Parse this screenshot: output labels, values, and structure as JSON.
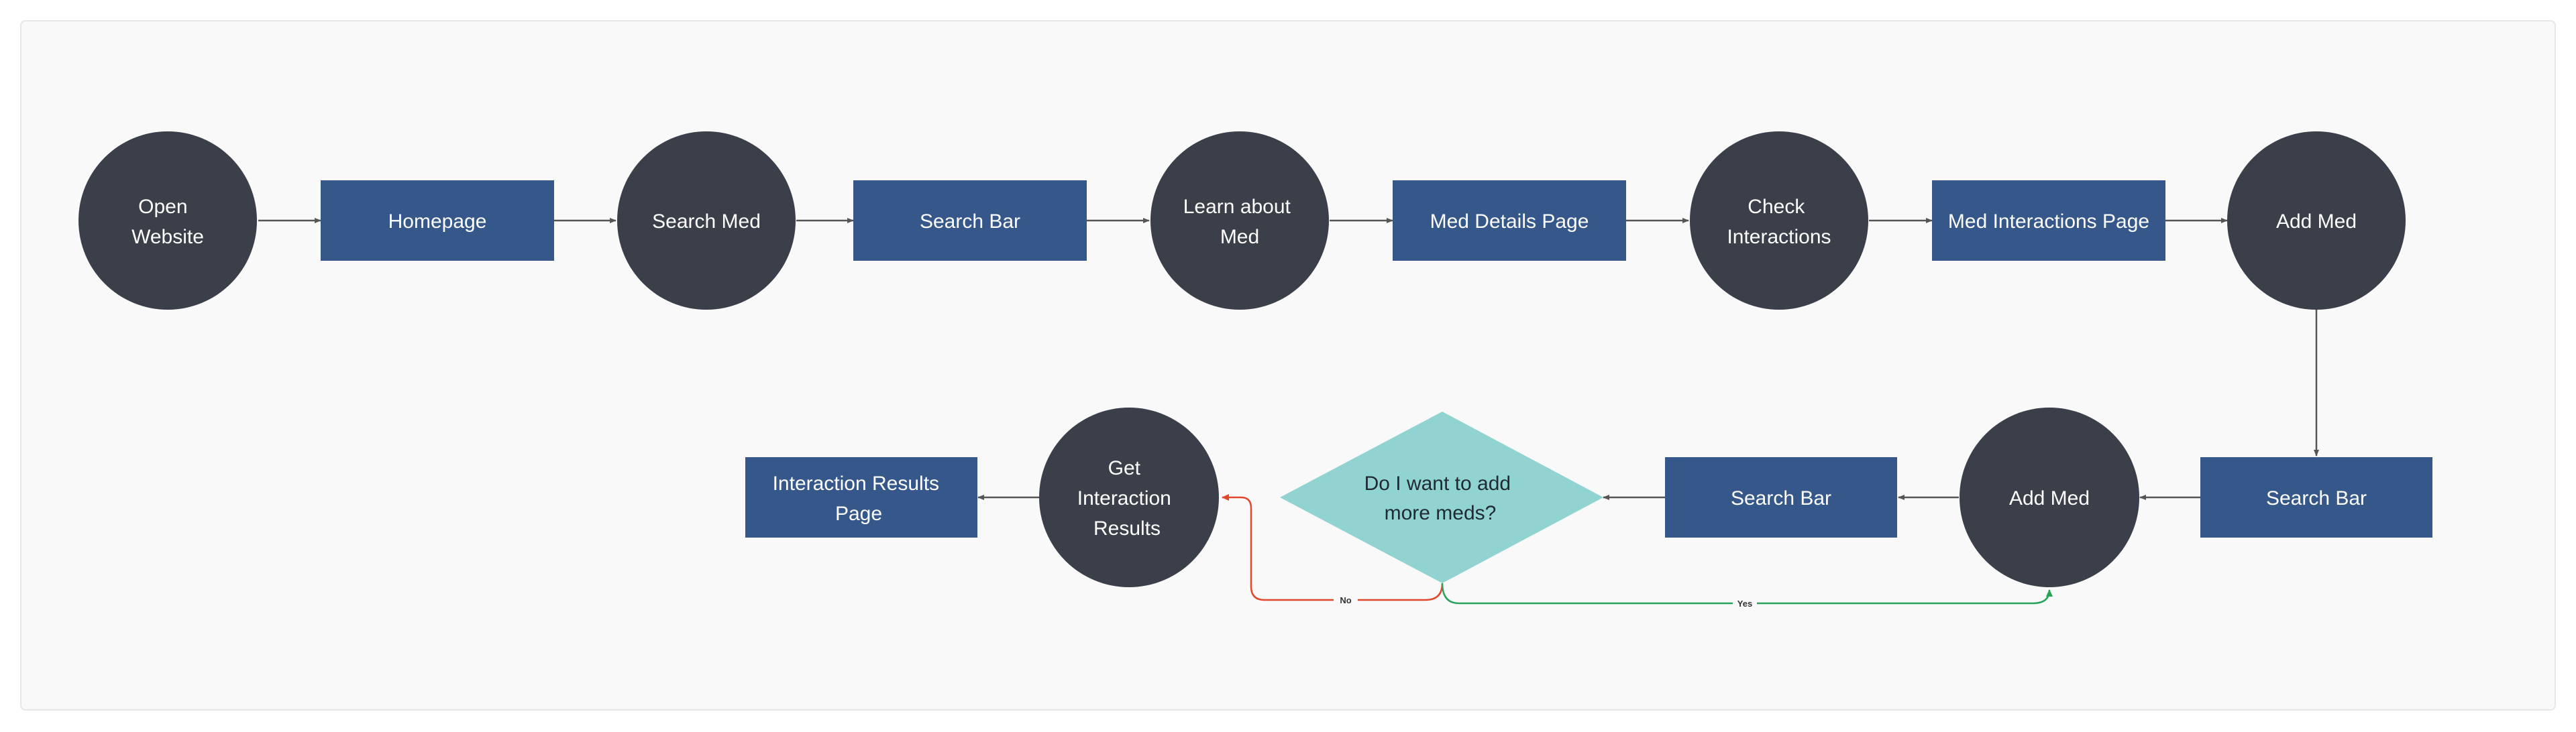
{
  "colors": {
    "circle_fill": "#3a3f4a",
    "rect_fill": "#365789",
    "diamond_fill": "#91d3d0",
    "arrow": "#555555",
    "no_branch": "#e0472b",
    "yes_branch": "#27a35a",
    "board_bg": "#f9f9f9"
  },
  "nodes": {
    "open_website": [
      "Open",
      "Website"
    ],
    "homepage": [
      "Homepage"
    ],
    "search_med": [
      "Search Med"
    ],
    "search_bar_1": [
      "Search Bar"
    ],
    "learn_about_med": [
      "Learn about",
      "Med"
    ],
    "med_details_page": [
      "Med Details Page"
    ],
    "check_interactions": [
      "Check",
      "Interactions"
    ],
    "med_interactions_page": [
      "Med Interactions Page"
    ],
    "add_med_1": [
      "Add Med"
    ],
    "search_bar_2": [
      "Search Bar"
    ],
    "add_med_2": [
      "Add Med"
    ],
    "search_bar_3": [
      "Search Bar"
    ],
    "decision": [
      "Do I want to add",
      "more meds?"
    ],
    "get_results": [
      "Get",
      "Interaction",
      "Results"
    ],
    "results_page": [
      "Interaction Results",
      "Page"
    ]
  },
  "edge_labels": {
    "no": "No",
    "yes": "Yes"
  }
}
